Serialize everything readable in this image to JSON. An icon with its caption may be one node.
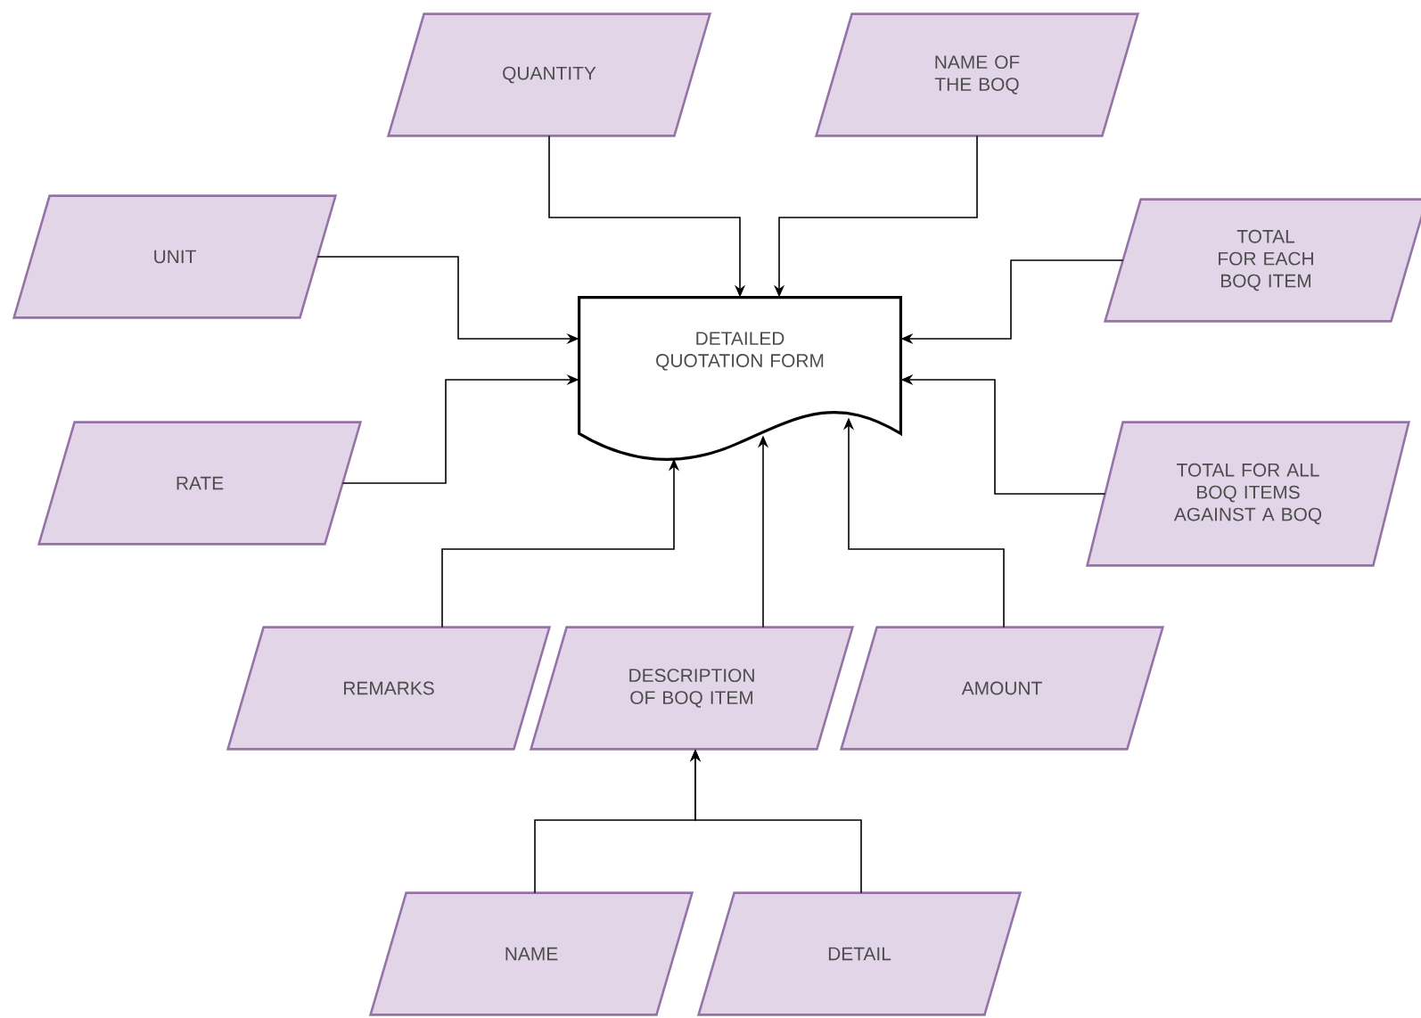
{
  "diagram": {
    "nodes": [
      {
        "text": [
          "QUANTITY"
        ]
      },
      {
        "text": [
          "NAME OF THE BOQ"
        ]
      },
      {
        "text": [
          "UNIT"
        ]
      },
      {
        "text": [
          "DETAILED QUOTATION FORM"
        ]
      },
      {
        "text": [
          "TOTAL FOR EACH BOQ ITEM"
        ]
      },
      {
        "text": [
          "RATE"
        ]
      },
      {
        "text": [
          "TOTAL FOR ALL BOQ ITEMS AGAINST A BOQ"
        ]
      },
      {
        "text": [
          "REMARKS"
        ]
      },
      {
        "text": [
          "DESCRIPTION OF BOQ ITEM"
        ]
      },
      {
        "text": [
          "AMOUNT"
        ]
      },
      {
        "text": [
          "NAME"
        ]
      },
      {
        "text": [
          "DETAIL"
        ]
      }
    ],
    "edges": [
      {
        "from": 0,
        "to": 3,
        "arrow": "to"
      },
      {
        "from": 1,
        "to": 3,
        "arrow": "to"
      },
      {
        "from": 2,
        "to": 3,
        "arrow": "to"
      },
      {
        "from": 4,
        "to": 3,
        "arrow": "to"
      },
      {
        "from": 5,
        "to": 3,
        "arrow": "to"
      },
      {
        "from": 6,
        "to": 3,
        "arrow": "to"
      },
      {
        "from": 7,
        "to": 3,
        "arrow": "to"
      },
      {
        "from": 8,
        "to": 3,
        "arrow": "to"
      },
      {
        "from": 9,
        "to": 3,
        "arrow": "to"
      },
      {
        "from": 10,
        "to": 8,
        "arrow": "to"
      },
      {
        "from": 11,
        "to": 8,
        "arrow": "to"
      }
    ]
  }
}
